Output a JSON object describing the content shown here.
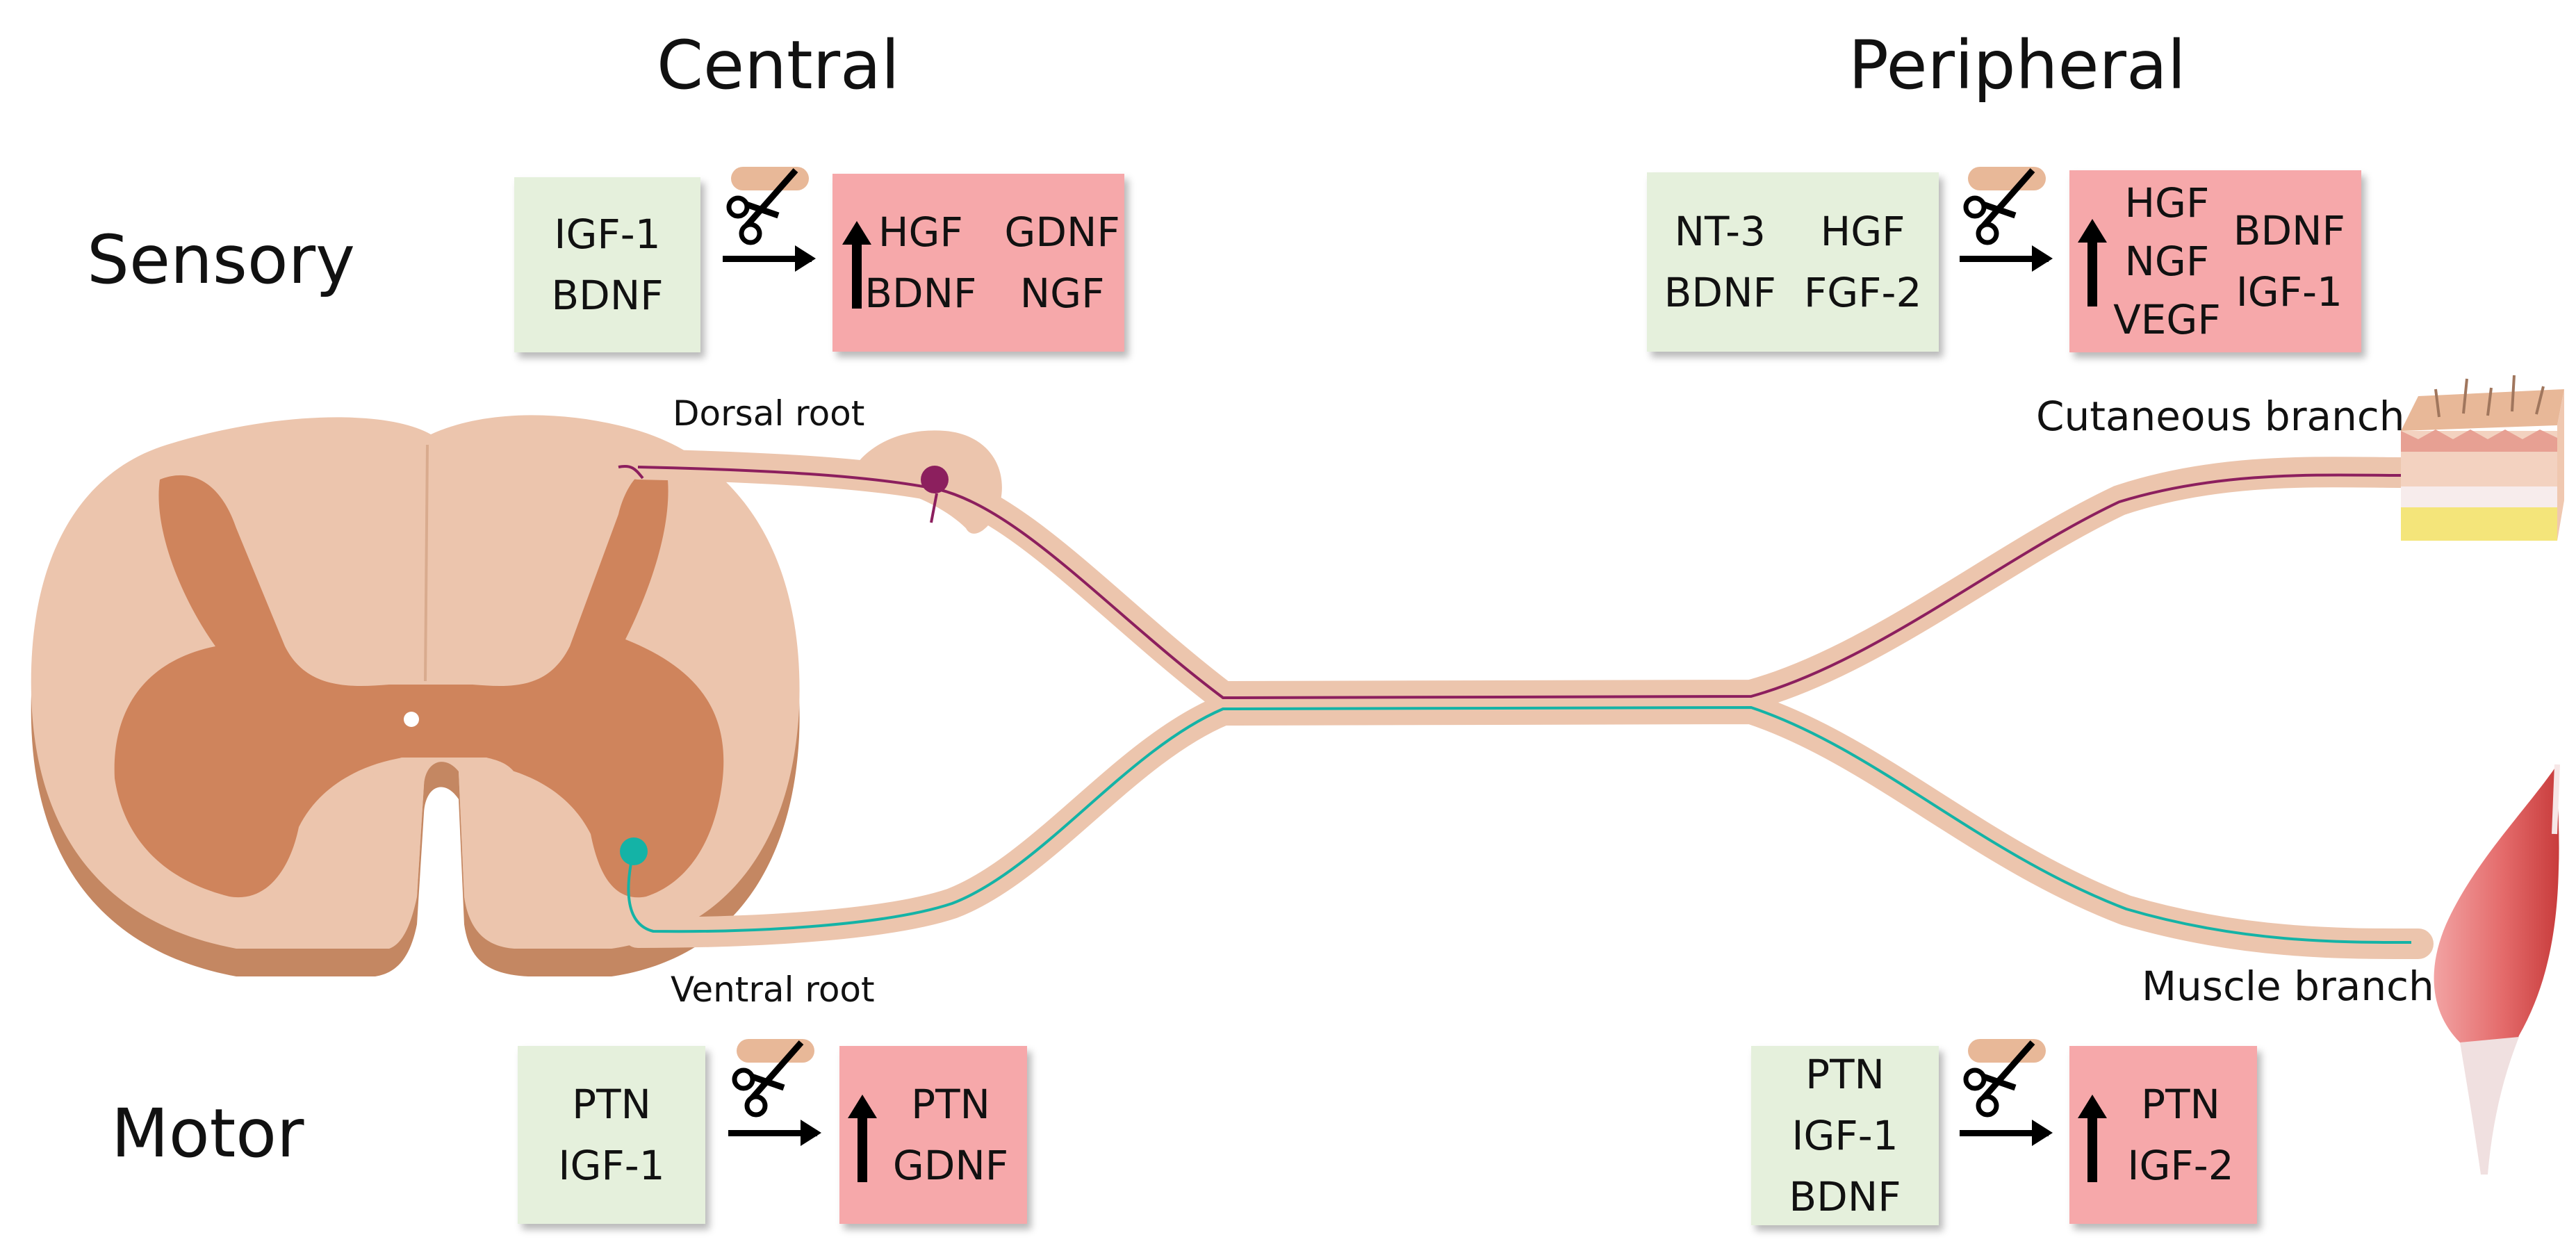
{
  "headers": {
    "central": "Central",
    "peripheral": "Peripheral"
  },
  "rows": {
    "sensory": "Sensory",
    "motor": "Motor"
  },
  "labels": {
    "dorsal_root": "Dorsal root",
    "ventral_root": "Ventral root",
    "cutaneous_branch": "Cutaneous branch",
    "muscle_branch": "Muscle branch"
  },
  "sensory_central": {
    "baseline": [
      "IGF-1",
      "BDNF"
    ],
    "upregulated": [
      "HGF",
      "GDNF",
      "BDNF",
      "NGF"
    ]
  },
  "sensory_peripheral": {
    "baseline": [
      "NT-3",
      "HGF",
      "BDNF",
      "FGF-2"
    ],
    "upregulated_col1": [
      "HGF",
      "NGF",
      "VEGF"
    ],
    "upregulated_col2": [
      "BDNF",
      "IGF-1"
    ]
  },
  "motor_central": {
    "baseline": [
      "PTN",
      "IGF-1"
    ],
    "upregulated": [
      "PTN",
      "GDNF"
    ]
  },
  "motor_peripheral": {
    "baseline": [
      "PTN",
      "IGF-1",
      "BDNF"
    ],
    "upregulated": [
      "PTN",
      "IGF-2"
    ]
  },
  "colors": {
    "baseline_box": "#e5f0dc",
    "upregulated_box": "#f6a8aa",
    "nerve": "#ecc5ad",
    "sensory_axon": "#8c1f5e",
    "motor_axon": "#14b3a6",
    "white_matter": "#ecc5ad",
    "gray_matter": "#cf845c"
  },
  "icons": [
    "scissors-icon",
    "up-arrow-icon",
    "right-arrow-icon",
    "skin-icon",
    "muscle-icon"
  ]
}
